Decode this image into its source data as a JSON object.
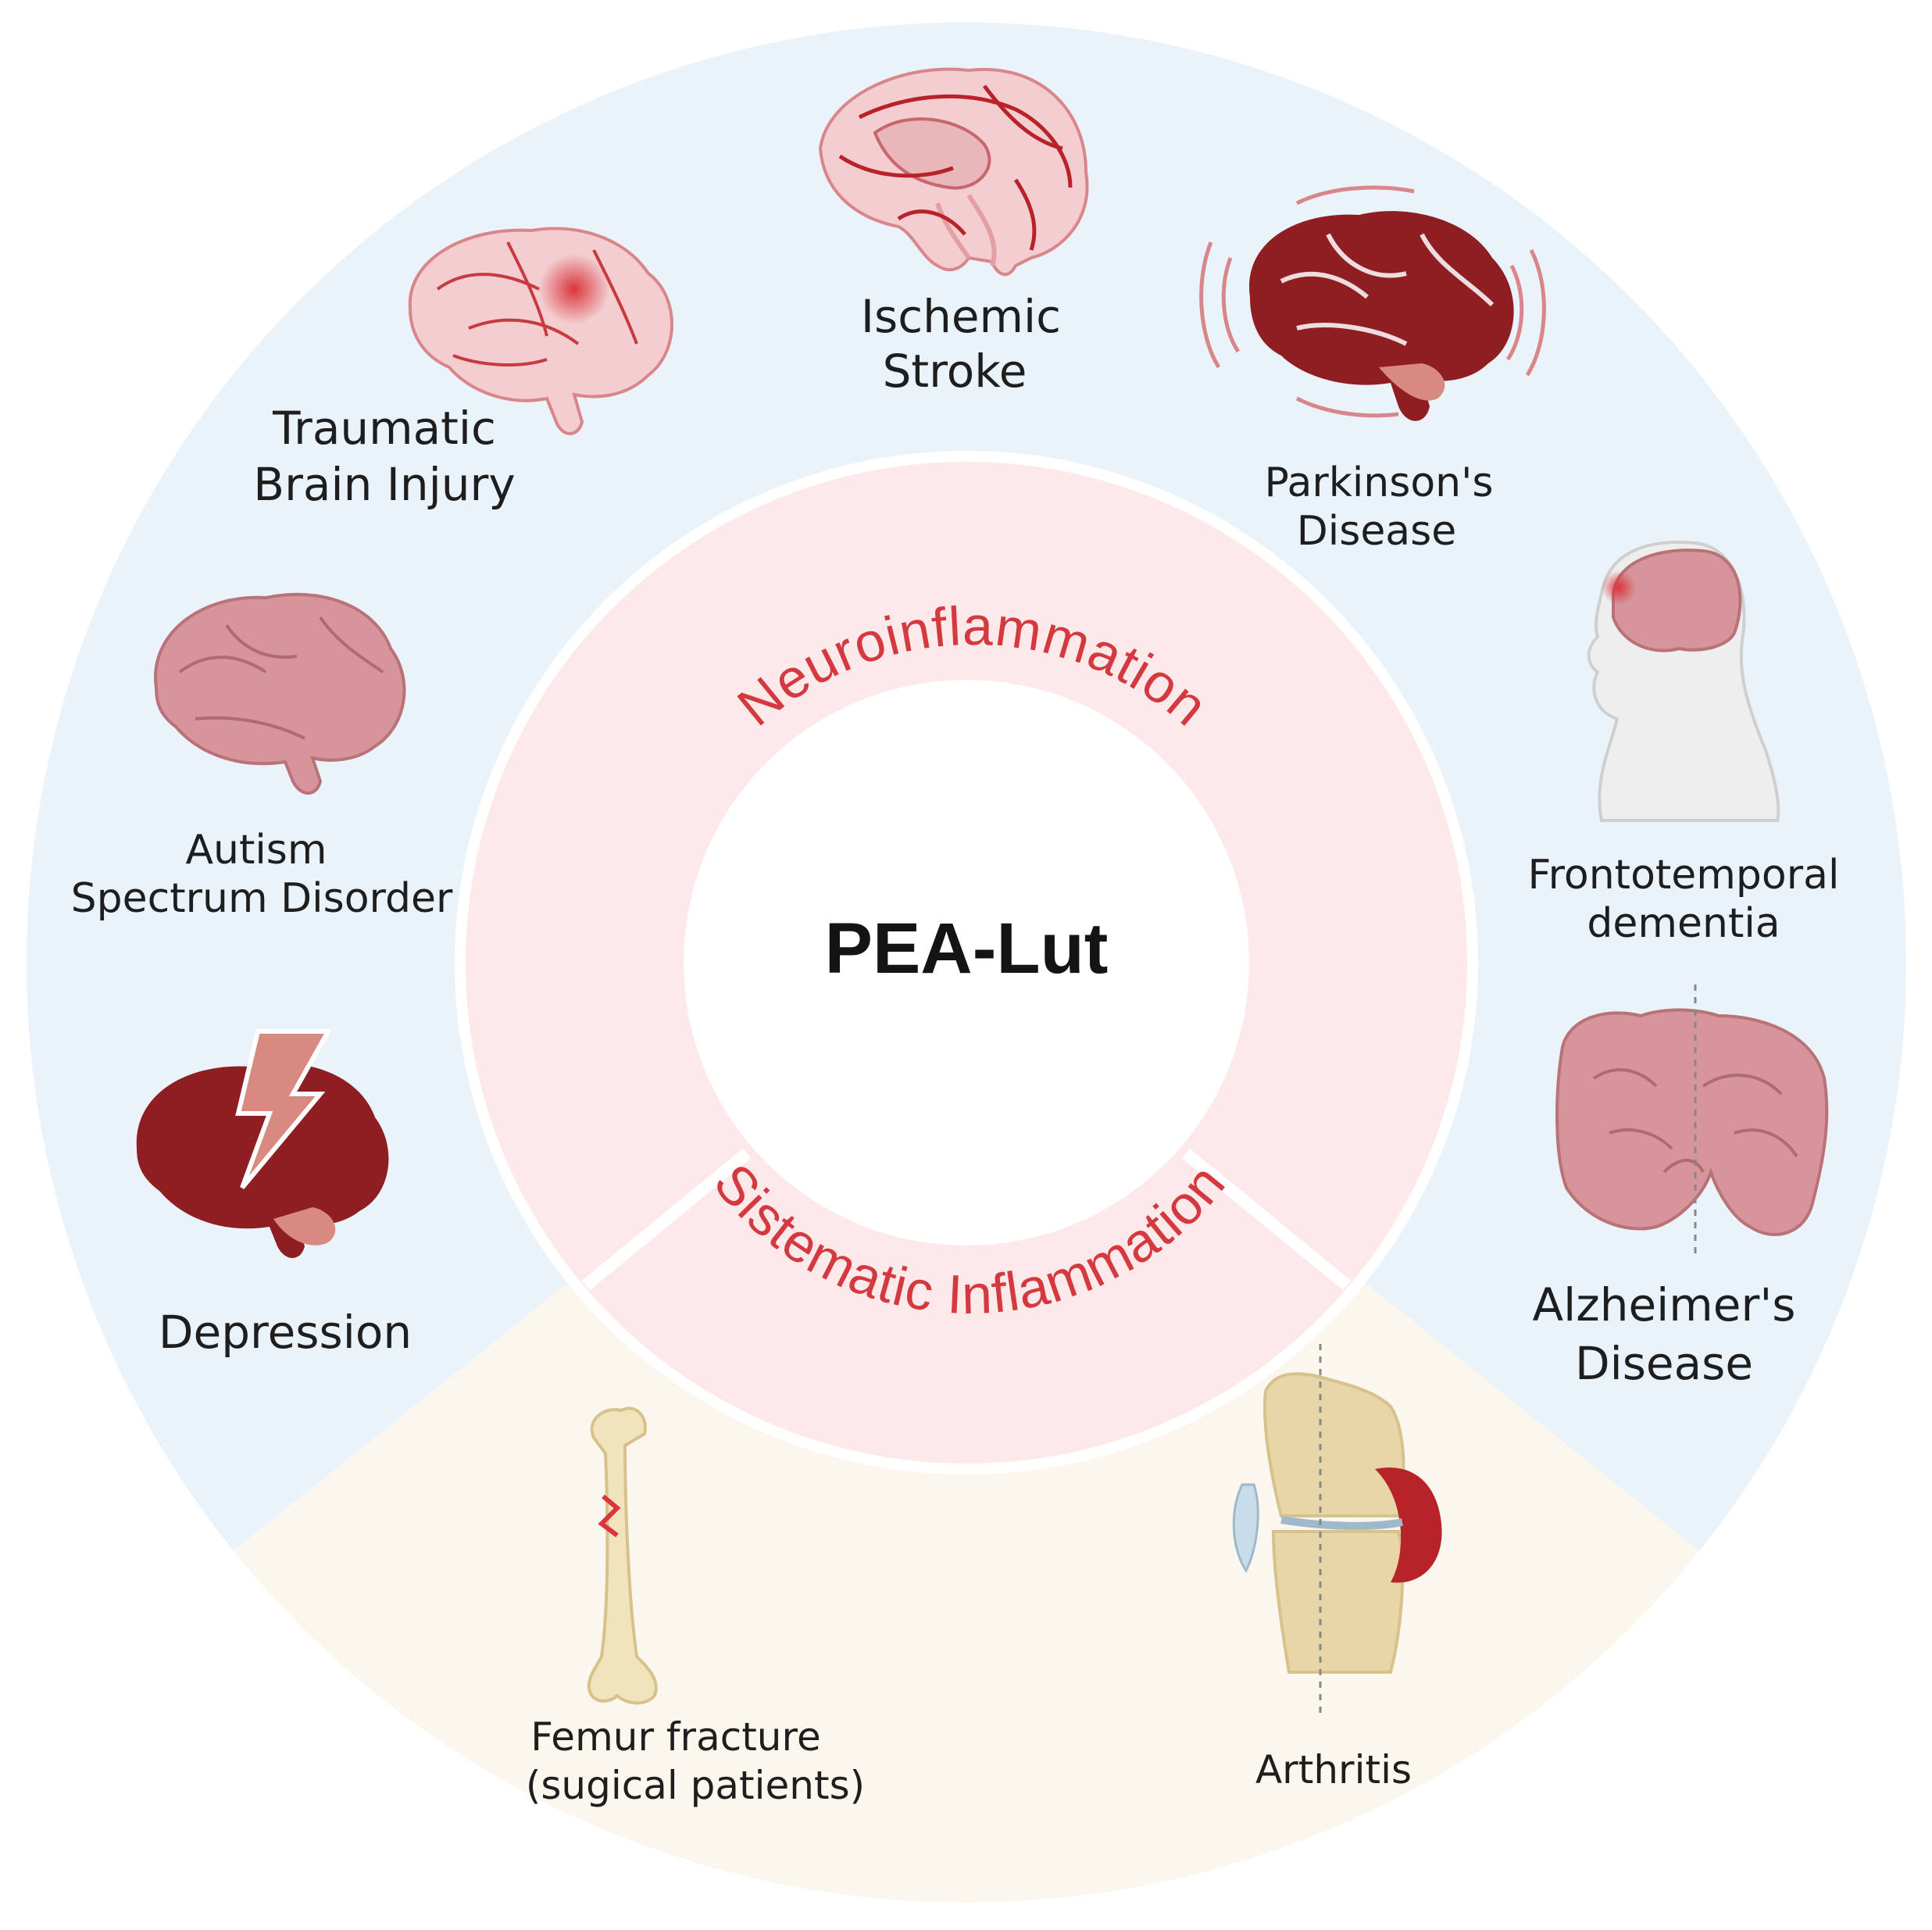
{
  "center": {
    "title": "PEA-Lut"
  },
  "ring": {
    "upper_label": "Neuroinflammation",
    "lower_label": "Sistematic Inflammation"
  },
  "conditions": {
    "ischemic_stroke": [
      "Ischemic",
      "Stroke"
    ],
    "traumatic_brain_injury": [
      "Traumatic",
      "Brain Injury"
    ],
    "parkinsons": [
      "Parkinson's",
      "Disease"
    ],
    "autism": [
      "Autism",
      "Spectrum Disorder"
    ],
    "frontotemporal": [
      "Frontotemporal",
      "dementia"
    ],
    "depression": [
      "Depression"
    ],
    "alzheimers": [
      "Alzheimer's",
      "Disease"
    ],
    "femur_fracture": [
      "Femur fracture",
      "(sugical patients)"
    ],
    "arthritis": [
      "Arthritis"
    ]
  },
  "colors": {
    "outer_neuro": "#eaf2fa",
    "outer_systemic": "#fbf7ee",
    "inner_ring": "#fde8ea",
    "ring_text": "#d4393f",
    "brain_light": "#efc3c5",
    "brain_dark": "#8e1e22",
    "bone": "#f1e3bc"
  },
  "icons": [
    "stroke-brain-icon",
    "injured-brain-icon",
    "parkinson-brain-icon",
    "autism-brain-icon",
    "frontotemporal-head-icon",
    "depression-brain-icon",
    "alzheimer-brain-section-icon",
    "femur-bone-icon",
    "knee-joint-icon"
  ]
}
